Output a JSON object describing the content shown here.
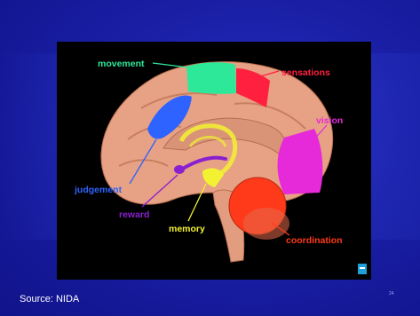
{
  "labels": {
    "movement": "movement",
    "sensations": "sensations",
    "vision": "vision",
    "judgement": "judgement",
    "reward": "reward",
    "memory": "memory",
    "coordination": "coordination"
  },
  "colors": {
    "movement": "#2ee89a",
    "sensations": "#ff2040",
    "vision": "#e62ad9",
    "judgement": "#2f63ff",
    "reward": "#8a1fd0",
    "memory": "#f2f233",
    "coordination": "#ff3a1a",
    "brain": "#e7a184"
  },
  "source": "Source: NIDA",
  "page_number": "24"
}
